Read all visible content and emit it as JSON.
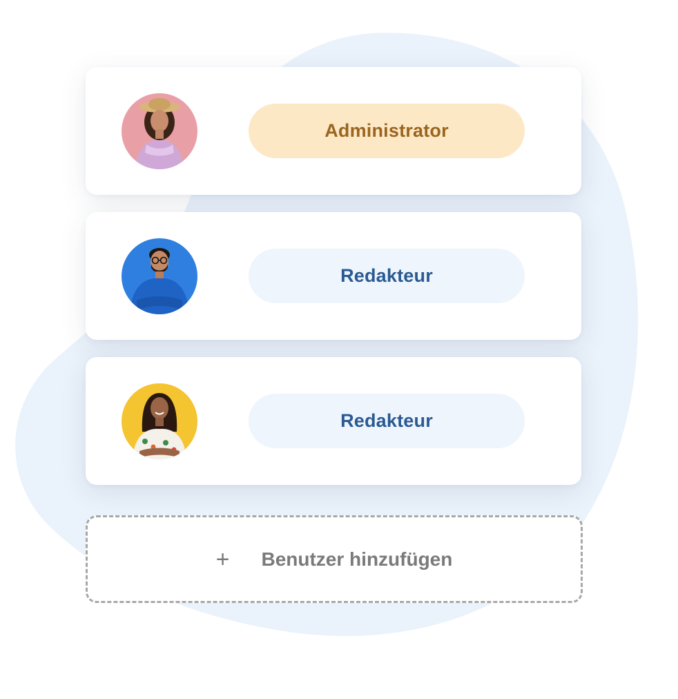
{
  "users": [
    {
      "role": "Administrator",
      "role_type": "admin",
      "avatar_bg": "#e8a0a6",
      "avatar_icon": "woman-straw-hat-avatar"
    },
    {
      "role": "Redakteur",
      "role_type": "editor",
      "avatar_bg": "#2f7fe0",
      "avatar_icon": "man-glasses-avatar"
    },
    {
      "role": "Redakteur",
      "role_type": "editor",
      "avatar_bg": "#f5c431",
      "avatar_icon": "woman-floral-avatar"
    }
  ],
  "add_user": {
    "icon": "+",
    "label": "Benutzer hinzufügen"
  },
  "colors": {
    "admin_badge_bg": "#fde8c6",
    "admin_badge_text": "#9a6520",
    "editor_badge_bg": "#eef5fd",
    "editor_badge_text": "#2a5a92",
    "blob": "#eaf2fb"
  }
}
